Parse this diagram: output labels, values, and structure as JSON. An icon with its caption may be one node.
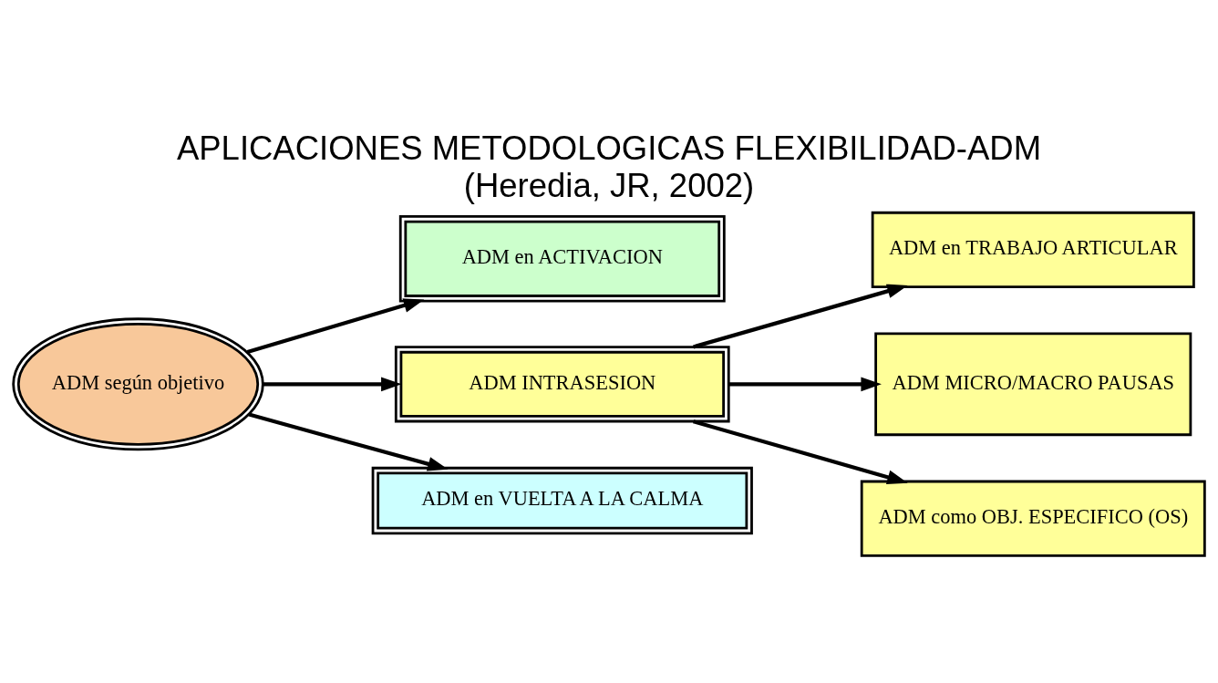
{
  "diagram": {
    "title": "APLICACIONES METODOLOGICAS FLEXIBILIDAD-ADM",
    "caption": "(Heredia, JR, 2002)",
    "nodes": [
      {
        "text": [
          "ADM según objetivo"
        ]
      },
      {
        "text": [
          "ADM en ACTIVACION"
        ]
      },
      {
        "text": [
          "ADM INTRASESION"
        ]
      },
      {
        "text": [
          "ADM en VUELTA A LA CALMA"
        ]
      },
      {
        "text": [
          "ADM en TRABAJO ARTICULAR"
        ]
      },
      {
        "text": [
          "ADM MICRO/MACRO PAUSAS"
        ]
      },
      {
        "text": [
          "ADM como OBJ. ESPECIFICO (OS)"
        ]
      }
    ],
    "edges": [
      {
        "from": 0,
        "to": 1,
        "arrow": "to"
      },
      {
        "from": 0,
        "to": 2,
        "arrow": "to"
      },
      {
        "from": 0,
        "to": 3,
        "arrow": "to"
      },
      {
        "from": 2,
        "to": 4,
        "arrow": "to"
      },
      {
        "from": 2,
        "to": 5,
        "arrow": "to"
      },
      {
        "from": 2,
        "to": 6,
        "arrow": "to"
      }
    ]
  }
}
